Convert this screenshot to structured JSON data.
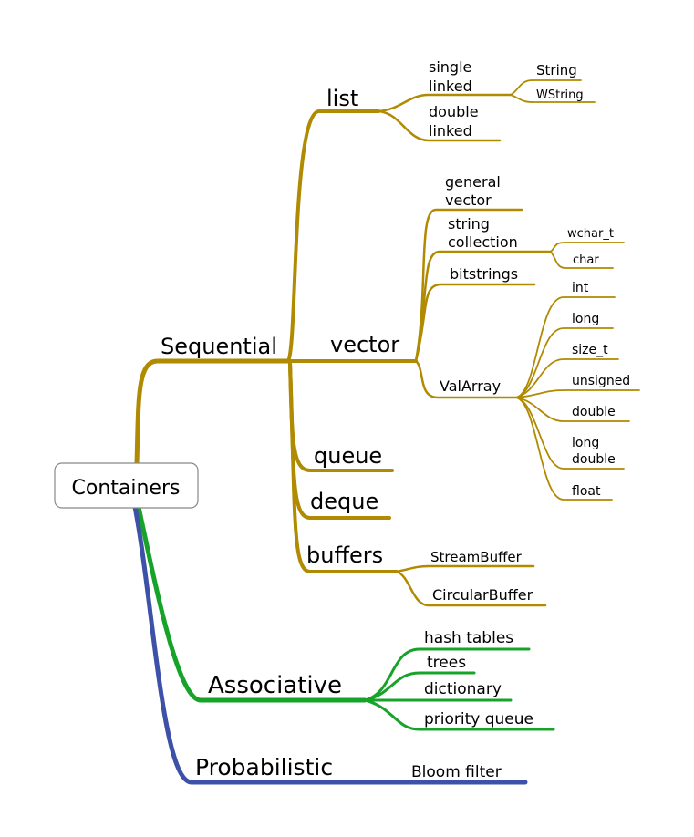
{
  "colors": {
    "sequential": "#b08a00",
    "associative": "#17a32a",
    "probabilistic": "#3d51a8",
    "root_border": "#888888"
  },
  "root": {
    "label": "Containers"
  },
  "sequential": {
    "label": "Sequential",
    "list": {
      "label": "list",
      "single_linked": [
        "single",
        "linked"
      ],
      "double_linked": [
        "double",
        "linked"
      ],
      "string": "String",
      "wstring": "WString"
    },
    "vector": {
      "label": "vector",
      "general_vector": [
        "general",
        "vector"
      ],
      "string_collection": [
        "string",
        "collection"
      ],
      "wchar_t": "wchar_t",
      "char": "char",
      "bitstrings": "bitstrings",
      "valarray": {
        "label": "ValArray",
        "int": "int",
        "long": "long",
        "size_t": "size_t",
        "unsigned": "unsigned",
        "double": "double",
        "long_double": [
          "long",
          "double"
        ],
        "float": "float"
      }
    },
    "queue": "queue",
    "deque": "deque",
    "buffers": {
      "label": "buffers",
      "stream": "StreamBuffer",
      "circular": "CircularBuffer"
    }
  },
  "associative": {
    "label": "Associative",
    "hash_tables": "hash tables",
    "trees": "trees",
    "dictionary": "dictionary",
    "priority_queue": "priority queue"
  },
  "probabilistic": {
    "label": "Probabilistic",
    "bloom_filter": "Bloom filter"
  }
}
